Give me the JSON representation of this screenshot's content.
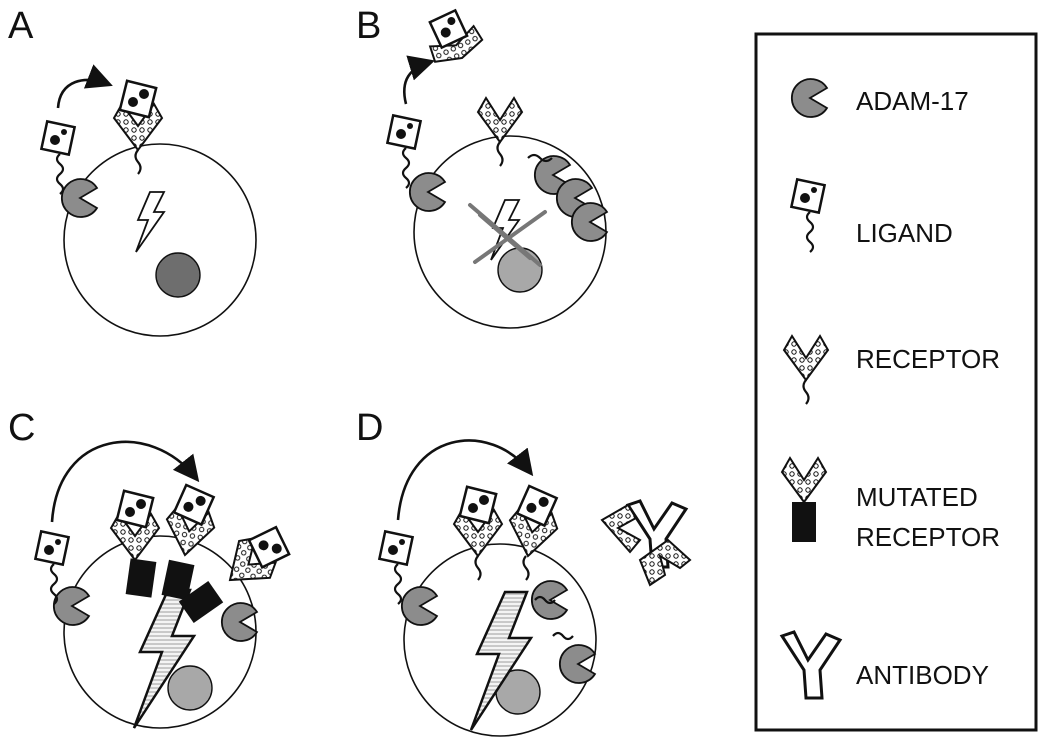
{
  "panels": [
    {
      "id": "A",
      "label": "A"
    },
    {
      "id": "B",
      "label": "B"
    },
    {
      "id": "C",
      "label": "C"
    },
    {
      "id": "D",
      "label": "D"
    }
  ],
  "legend": {
    "items": [
      {
        "label": "ADAM-17",
        "icon": "adam17-icon"
      },
      {
        "label": "LIGAND",
        "icon": "ligand-icon"
      },
      {
        "label": "RECEPTOR",
        "icon": "receptor-icon"
      },
      {
        "label_line1": "MUTATED",
        "label_line2": "RECEPTOR",
        "icon": "mutated-receptor-icon"
      },
      {
        "label": "ANTIBODY",
        "icon": "antibody-icon"
      }
    ]
  },
  "colors": {
    "adam17_fill": "#8c8c8c",
    "nucleus_dark": "#6e6e6e",
    "nucleus_light": "#a8a8a8",
    "mutated_block": "#111111",
    "line": "#111111"
  }
}
